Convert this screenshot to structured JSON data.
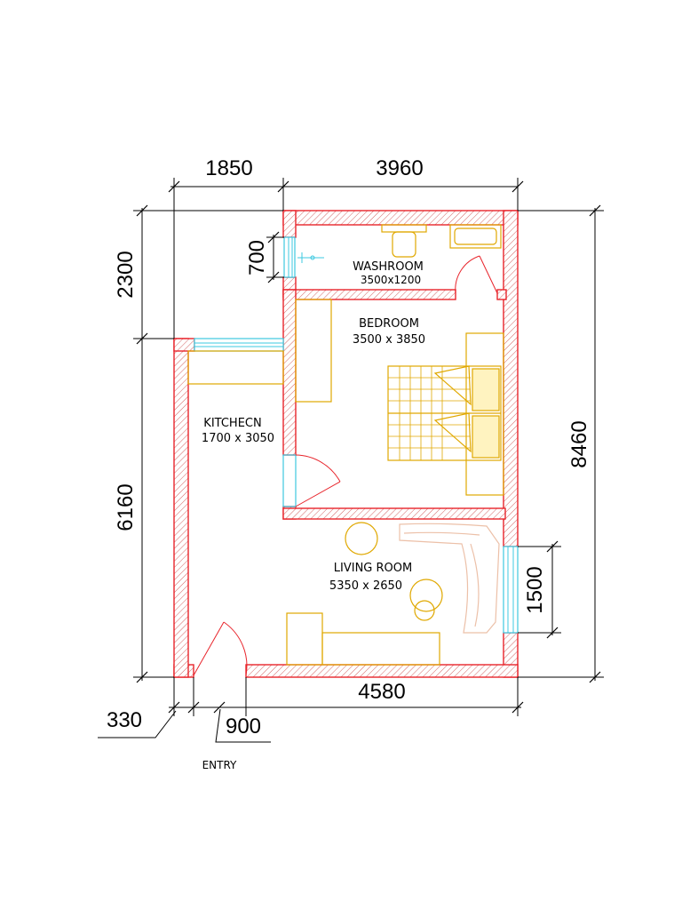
{
  "dimensions": {
    "top_left": "1850",
    "top_right": "3960",
    "left_upper": "2300",
    "left_lower": "6160",
    "right_total": "8460",
    "washroom_window": "700",
    "living_window": "1500",
    "bottom": "4580",
    "wall_thickness": "330",
    "entry_width": "900"
  },
  "rooms": {
    "washroom": {
      "name": "WASHROOM",
      "size": "3500x1200"
    },
    "bedroom": {
      "name": "BEDROOM",
      "size": "3500 x 3850"
    },
    "kitchen": {
      "name": "KITCHECN",
      "size": "1700 x 3050"
    },
    "living": {
      "name": "LIVING ROOM",
      "size": "5350 x 2650"
    }
  },
  "entry_label": "ENTRY",
  "colors": {
    "wall_outline": "#e8242b",
    "furniture": "#e0a800",
    "window": "#3ec8e0",
    "sofa": "#ecc0a8"
  }
}
